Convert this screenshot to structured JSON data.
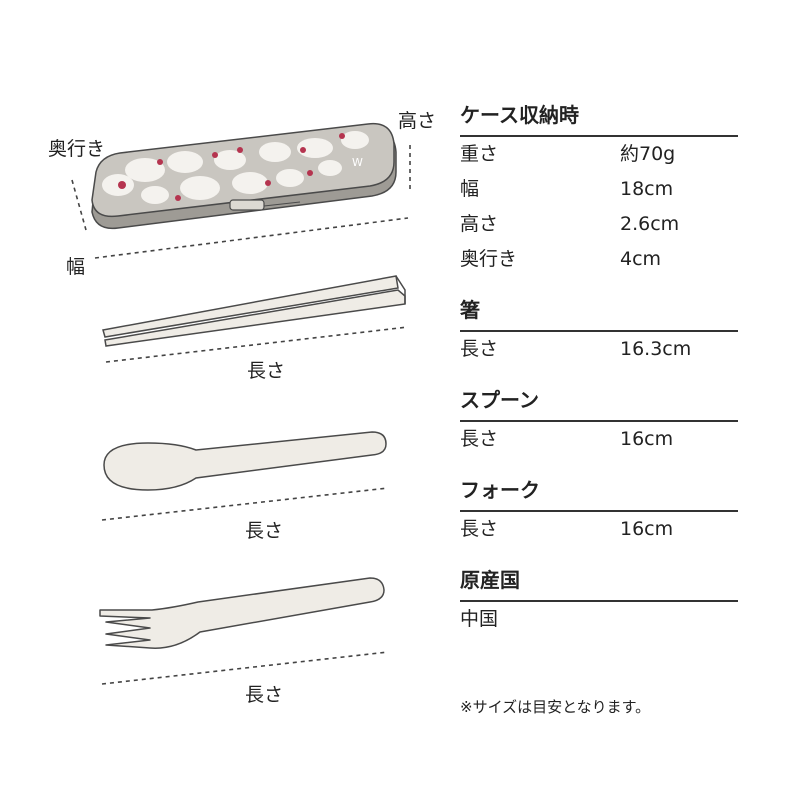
{
  "dimension_labels": {
    "case_height": "高さ",
    "case_depth": "奥行き",
    "case_width": "幅",
    "chopsticks_length": "長さ",
    "spoon_length": "長さ",
    "fork_length": "長さ"
  },
  "case_logo": "W",
  "sections": [
    {
      "title": "ケース収納時",
      "rows": [
        {
          "label": "重さ",
          "value": "約70g"
        },
        {
          "label": "幅",
          "value": "18cm"
        },
        {
          "label": "高さ",
          "value": "2.6cm"
        },
        {
          "label": "奥行き",
          "value": "4cm"
        }
      ]
    },
    {
      "title": "箸",
      "rows": [
        {
          "label": "長さ",
          "value": "16.3cm"
        }
      ]
    },
    {
      "title": "スプーン",
      "rows": [
        {
          "label": "長さ",
          "value": "16cm"
        }
      ]
    },
    {
      "title": "フォーク",
      "rows": [
        {
          "label": "長さ",
          "value": "16cm"
        }
      ]
    },
    {
      "title": "原産国",
      "rows": [
        {
          "label": "中国",
          "value": ""
        }
      ]
    }
  ],
  "note": "※サイズは目安となります。",
  "colors": {
    "case_body": "#c9c6c0",
    "case_shadow": "#9e9b95",
    "case_flower": "#f4f2ee",
    "case_accent": "#b5344f",
    "utensil": "#efece6",
    "outline": "#4a4a4a"
  }
}
